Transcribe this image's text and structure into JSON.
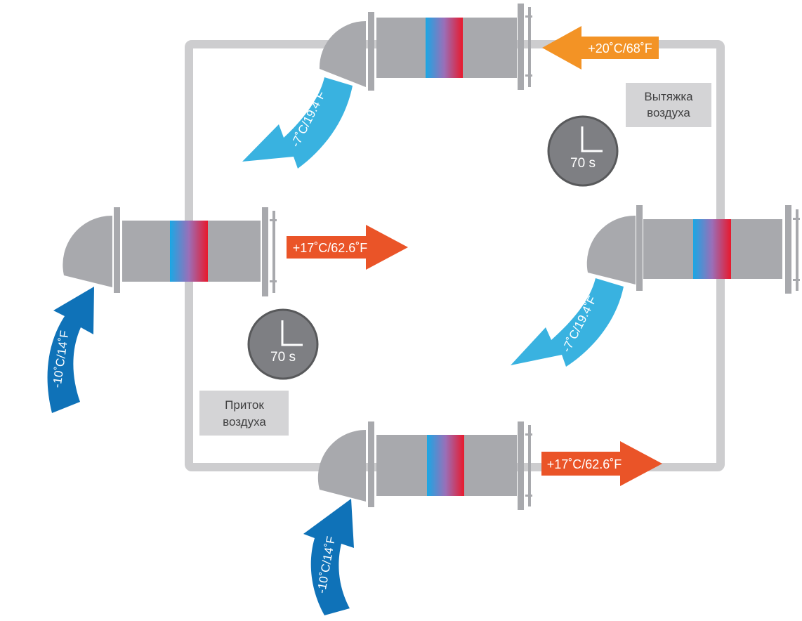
{
  "diagram": {
    "arrows": {
      "top_in": "+20˚C/68˚F",
      "top_out": "-7˚C/19.4˚F",
      "left_in": "-10˚C/14˚F",
      "left_out": "+17˚C/62.6˚F",
      "right_out": "-7˚C/19.4˚F",
      "bottom_in": "-10˚C/14˚F",
      "bottom_out": "+17˚C/62.6˚F"
    },
    "timers": {
      "upper": "70 s",
      "lower": "70 s"
    },
    "boxes": {
      "exhaust_line1": "Вытяжка",
      "exhaust_line2": "воздуха",
      "supply_line1": "Приток",
      "supply_line2": "воздуха"
    }
  },
  "colors": {
    "pipe_gray": "#a8a9ad",
    "frame_gray": "#cdcdcf",
    "label_box": "#d4d4d6",
    "clock_gray": "#7e7f83",
    "warm_arrow": "#ea5428",
    "hot_arrow": "#f39325",
    "cool_arrow": "#39b2e0",
    "cold_arrow": "#0f72b8"
  }
}
